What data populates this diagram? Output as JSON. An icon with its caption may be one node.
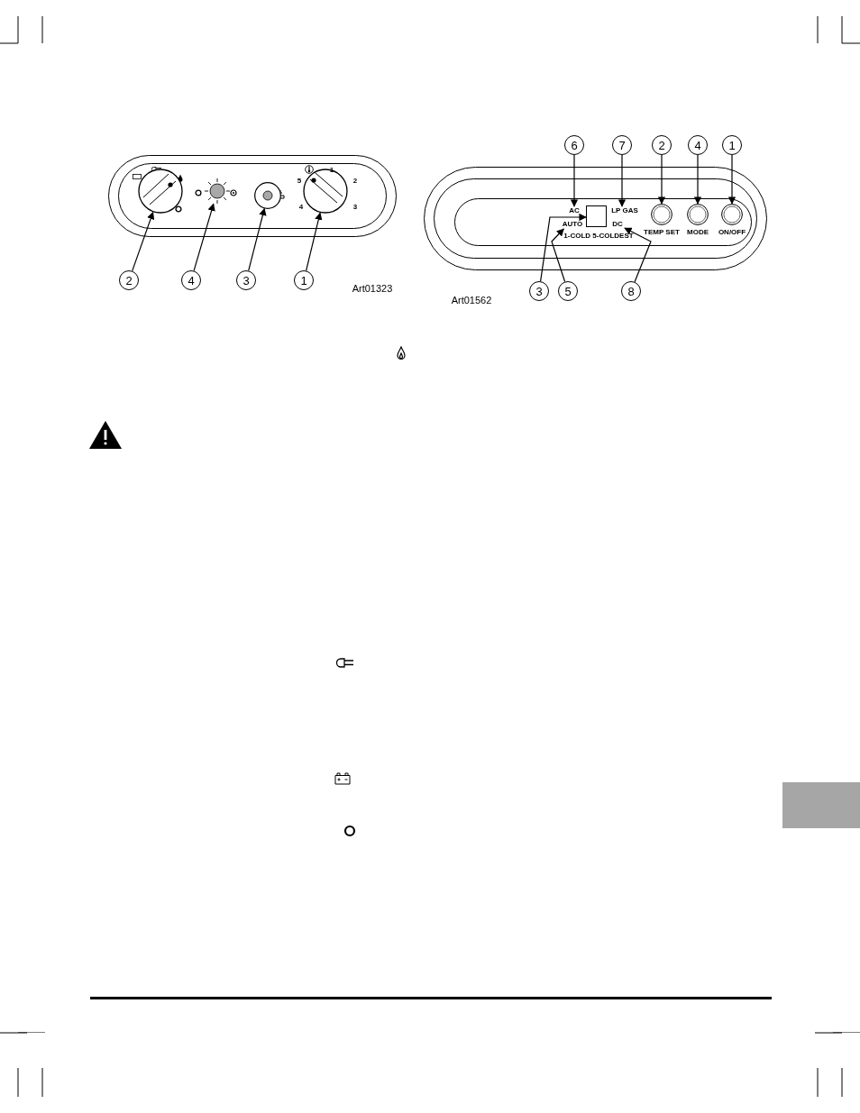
{
  "diagram": {
    "nodes": [
      {
        "text": [],
        "shape": "circle"
      },
      {
        "text": [],
        "shape": "circle"
      },
      {
        "text": [],
        "shape": "circle"
      },
      {
        "text": [],
        "shape": "circle"
      },
      {
        "text": [
          "2"
        ]
      },
      {
        "text": [
          "4"
        ]
      },
      {
        "text": [
          "3"
        ]
      },
      {
        "text": [
          "1"
        ]
      },
      {
        "text": [
          "AC"
        ]
      },
      {
        "text": [
          "LP GAS"
        ]
      },
      {
        "text": [],
        "shape": "box"
      },
      {
        "text": [
          "AUTO"
        ]
      },
      {
        "text": [
          "DC"
        ]
      },
      {
        "text": [],
        "shape": "circle",
        "beside": [
          "TEMP SET"
        ]
      },
      {
        "text": [],
        "shape": "circle",
        "beside": [
          "MODE"
        ]
      },
      {
        "text": [],
        "shape": "circle",
        "beside": [
          "ON/OFF"
        ]
      },
      {
        "text": [
          "6"
        ]
      },
      {
        "text": [
          "7"
        ]
      },
      {
        "text": [
          "2"
        ]
      },
      {
        "text": [
          "4"
        ]
      },
      {
        "text": [
          "1"
        ]
      },
      {
        "text": [
          "3"
        ]
      },
      {
        "text": [
          "5"
        ]
      },
      {
        "text": [
          "8"
        ]
      }
    ],
    "edges": [
      {
        "from": 4,
        "to": 0,
        "arrow": "to"
      },
      {
        "from": 5,
        "to": 1,
        "arrow": "to"
      },
      {
        "from": 6,
        "to": 2,
        "arrow": "to"
      },
      {
        "from": 7,
        "to": 3,
        "arrow": "to"
      },
      {
        "from": 16,
        "to": 8,
        "arrow": "to"
      },
      {
        "from": 17,
        "to": 9,
        "arrow": "to"
      },
      {
        "from": 18,
        "to": 13,
        "arrow": "to"
      },
      {
        "from": 19,
        "to": 14,
        "arrow": "to"
      },
      {
        "from": 20,
        "to": 15,
        "arrow": "to"
      },
      {
        "from": 21,
        "to": 10,
        "arrow": "to"
      },
      {
        "from": 22,
        "to": 11,
        "arrow": "to"
      },
      {
        "from": 23,
        "to": 12,
        "arrow": "to"
      }
    ],
    "labels": [
      "1",
      "5",
      "2",
      "4",
      "3",
      "Art01323",
      "1-COLD 5-COLDEST",
      "Art01562"
    ]
  }
}
